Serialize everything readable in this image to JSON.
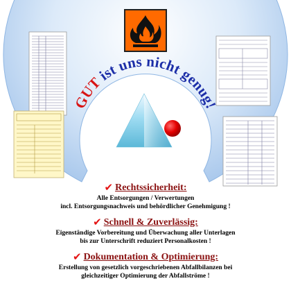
{
  "slogan": "GUT ist uns nicht genug!",
  "slogan_gut": "GUT",
  "slogan_rest": "ist uns nicht genug!",
  "hazard_sign": "flammable-pictogram",
  "colors": {
    "ring": "#c5dcf5",
    "slogan_red": "#d81414",
    "slogan_blue": "#1c2ea8",
    "title_red": "#8a1010",
    "check_red": "#e41414",
    "hazard_orange": "#ff6a00"
  },
  "features": [
    {
      "title": "Rechtssicherheit:",
      "lines": [
        "Alle Entsorgungen / Verwertungen",
        "incl. Entsorgungsnachweis und behördlicher Genehmigung !"
      ]
    },
    {
      "title": "Schnell & Zuverlässig:",
      "lines": [
        "Eigenständige Vorbereitung und Überwachung aller Unterlagen",
        "bis zur Unterschrift reduziert Personalkosten !"
      ]
    },
    {
      "title": "Dokumentation & Optimierung:",
      "lines": [
        "Erstellung von gesetzlich vorgeschriebenen Abfallbilanzen bei",
        "gleichzeitiger Optimierung der Abfallströme !"
      ]
    }
  ]
}
